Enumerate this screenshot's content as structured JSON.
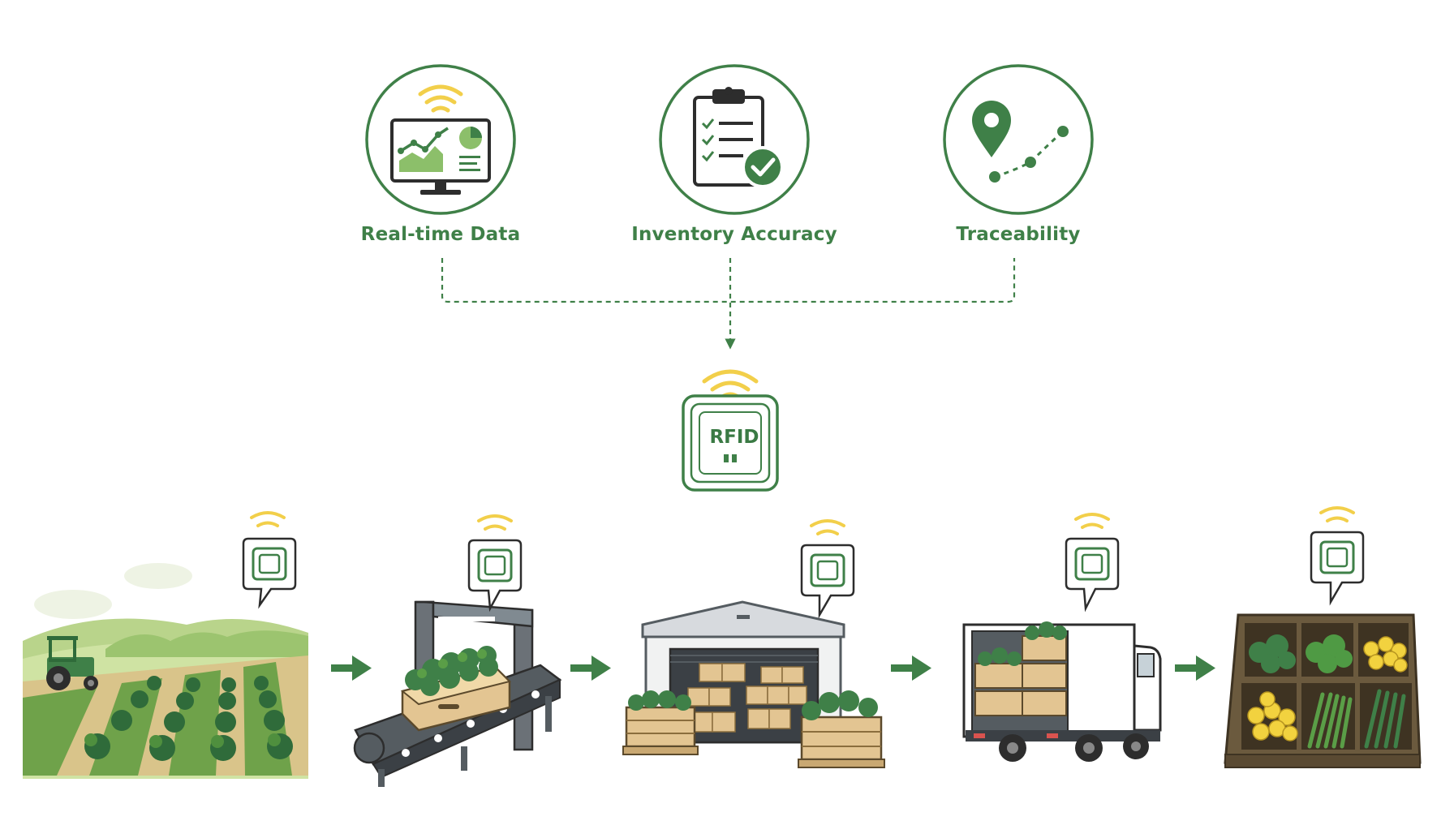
{
  "benefits": [
    {
      "label": "Real-time Data",
      "icon": "monitor-chart-icon"
    },
    {
      "label": "Inventory Accuracy",
      "icon": "clipboard-check-icon"
    },
    {
      "label": "Traceability",
      "icon": "location-route-icon"
    }
  ],
  "rfid_tag": {
    "label": "RFID",
    "icon": "rfid-tag-icon"
  },
  "stages": [
    {
      "icon": "farm-field-icon"
    },
    {
      "icon": "conveyor-scanner-icon"
    },
    {
      "icon": "warehouse-icon"
    },
    {
      "icon": "delivery-truck-icon"
    },
    {
      "icon": "retail-produce-stand-icon"
    }
  ],
  "colors": {
    "green": "#3f8048",
    "dark_green": "#2f6b3a",
    "light_green": "#8cbf6a",
    "signal_yellow": "#f2cf4a",
    "wood": "#e3c592",
    "gray": "#555c61"
  }
}
